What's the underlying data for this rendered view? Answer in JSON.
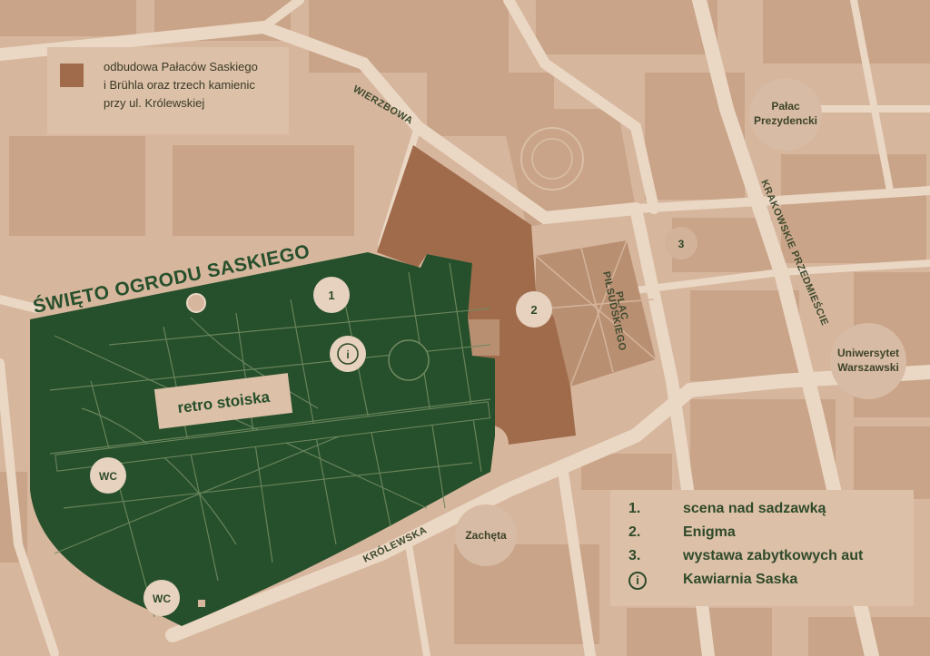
{
  "title": "ŚWIĘTO OGRODU SASKIEGO",
  "area_label": "retro stoiska",
  "streets": {
    "wierzbowa": "WIERZBOWA",
    "krolewska": "KRÓLEWSKA",
    "krakowskie": "KRAKOWSKIE PRZEDMIEŚCIE",
    "plac_line1": "PLAC",
    "plac_line2": "PIŁSUDSKIEGO"
  },
  "places": {
    "palac_line1": "Pałac",
    "palac_line2": "Prezydencki",
    "uw_line1": "Uniwersytet",
    "uw_line2": "Warszawski",
    "zacheta": "Zachęta"
  },
  "markers": {
    "m1": "1",
    "m2": "2",
    "m3": "3",
    "info": "i",
    "wc1": "WC",
    "wc2": "WC"
  },
  "legend_reconstruction": {
    "line1": "odbudowa Pałaców Saskiego",
    "line2": "i Brühla oraz trzech kamienic",
    "line3": "przy ul. Królewskiej"
  },
  "legend_items": [
    {
      "num": "1.",
      "label": "scena nad sadzawką"
    },
    {
      "num": "2.",
      "label": "Enigma"
    },
    {
      "num": "3.",
      "label": "wystawa zabytkowych aut"
    },
    {
      "num": "i",
      "label": "Kawiarnia Saska"
    }
  ],
  "colors": {
    "background": "#d6b69d",
    "buildings": "#c9a488",
    "roads": "#ead7c4",
    "garden": "#264f2b",
    "reconstruction": "#a06b4b",
    "plaza": "#b98f72",
    "marker": "#e6d2bf",
    "legend_text": "#2f4a2a"
  },
  "icons": {
    "reconstruction_swatch": "square-swatch-icon",
    "info": "info-circle-icon"
  }
}
